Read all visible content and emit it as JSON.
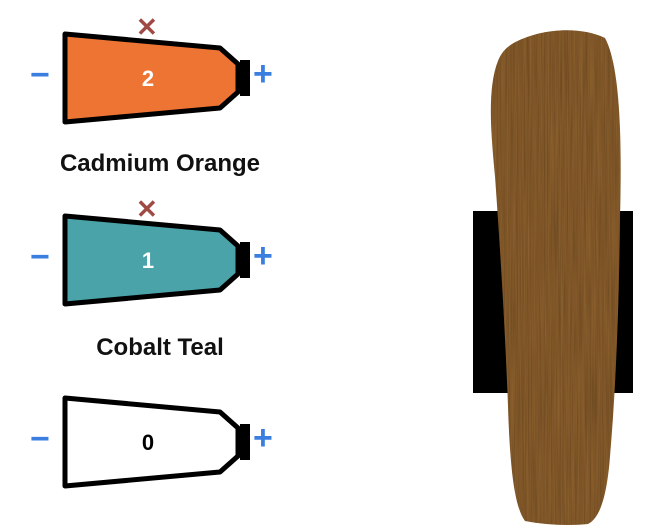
{
  "colors": {
    "control_blue": "#3a7fe0",
    "remove_red": "#a04a45",
    "outline": "#000000",
    "mix_result": "#936530"
  },
  "tubes": [
    {
      "count": "2",
      "name": "Cadmium Orange",
      "fill": "#ee7433",
      "count_color": "#ffffff",
      "removable": true
    },
    {
      "count": "1",
      "name": "Cobalt Teal",
      "fill": "#4aa3a8",
      "count_color": "#ffffff",
      "removable": true
    },
    {
      "count": "0",
      "name": "",
      "fill": "#ffffff",
      "count_color": "#000000",
      "removable": false
    }
  ],
  "controls": {
    "minus_glyph": "−",
    "plus_glyph": "+",
    "remove_glyph": "✕"
  }
}
